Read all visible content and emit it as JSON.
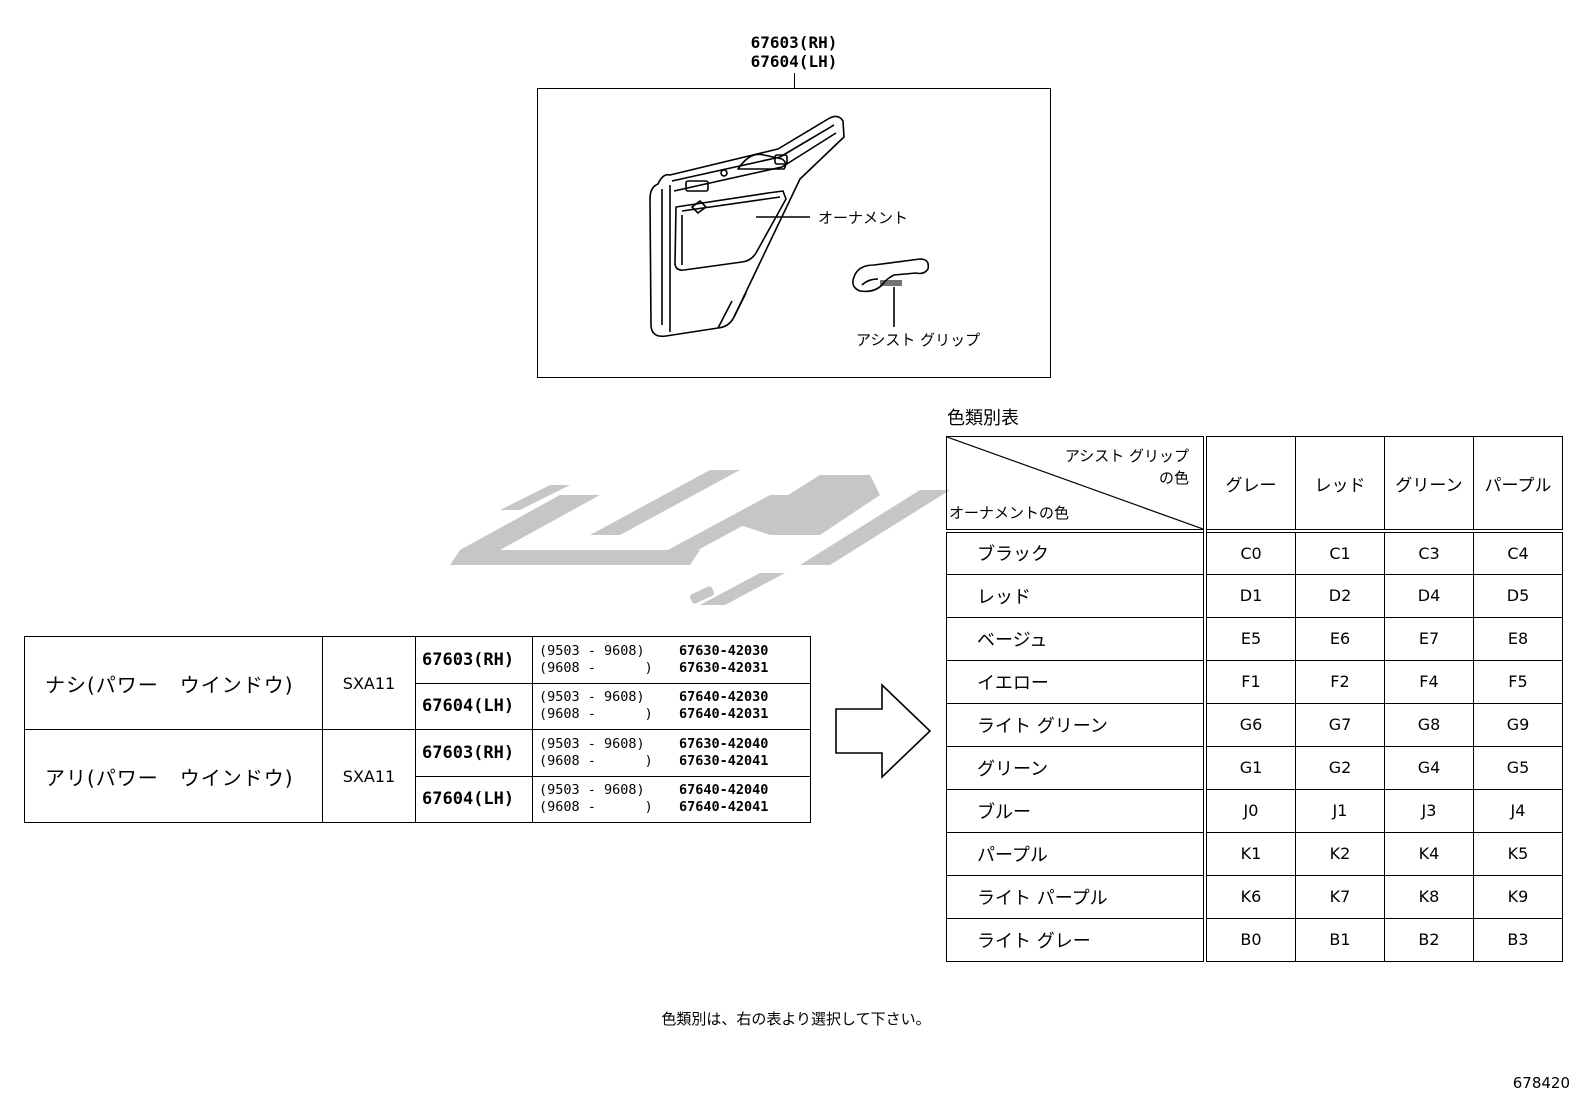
{
  "header": {
    "part_rh": "67603(RH)",
    "part_lh": "67604(LH)"
  },
  "illustration": {
    "ornament_label": "オーナメント",
    "grip_label": "アシスト グリップ"
  },
  "application_table": {
    "rows": [
      {
        "model": "ナシ(パワー　ウインドウ)",
        "code": "SXA11",
        "sides": [
          {
            "part": "67603(RH)",
            "lines": [
              {
                "dates": "(9503 - 9608)",
                "pno": "67630-42030"
              },
              {
                "dates": "(9608 -      )",
                "pno": "67630-42031"
              }
            ]
          },
          {
            "part": "67604(LH)",
            "lines": [
              {
                "dates": "(9503 - 9608)",
                "pno": "67640-42030"
              },
              {
                "dates": "(9608 -      )",
                "pno": "67640-42031"
              }
            ]
          }
        ]
      },
      {
        "model": "アリ(パワー　ウインドウ)",
        "code": "SXA11",
        "sides": [
          {
            "part": "67603(RH)",
            "lines": [
              {
                "dates": "(9503 - 9608)",
                "pno": "67630-42040"
              },
              {
                "dates": "(9608 -      )",
                "pno": "67630-42041"
              }
            ]
          },
          {
            "part": "67604(LH)",
            "lines": [
              {
                "dates": "(9503 - 9608)",
                "pno": "67640-42040"
              },
              {
                "dates": "(9608 -      )",
                "pno": "67640-42041"
              }
            ]
          }
        ]
      }
    ]
  },
  "color_table": {
    "title": "色類別表",
    "corner_top_line1": "アシスト グリップ",
    "corner_top_line2": "の色",
    "corner_bottom": "オーナメントの色",
    "columns": [
      "グレー",
      "レッド",
      "グリーン",
      "パープル"
    ],
    "rows": [
      {
        "name": "ブラック",
        "codes": [
          "C0",
          "C1",
          "C3",
          "C4"
        ]
      },
      {
        "name": "レッド",
        "codes": [
          "D1",
          "D2",
          "D4",
          "D5"
        ]
      },
      {
        "name": "ベージュ",
        "codes": [
          "E5",
          "E6",
          "E7",
          "E8"
        ]
      },
      {
        "name": "イエロー",
        "codes": [
          "F1",
          "F2",
          "F4",
          "F5"
        ]
      },
      {
        "name": "ライト グリーン",
        "codes": [
          "G6",
          "G7",
          "G8",
          "G9"
        ]
      },
      {
        "name": "グリーン",
        "codes": [
          "G1",
          "G2",
          "G4",
          "G5"
        ]
      },
      {
        "name": "ブルー",
        "codes": [
          "J0",
          "J1",
          "J3",
          "J4"
        ]
      },
      {
        "name": "パープル",
        "codes": [
          "K1",
          "K2",
          "K4",
          "K5"
        ]
      },
      {
        "name": "ライト パープル",
        "codes": [
          "K6",
          "K7",
          "K8",
          "K9"
        ]
      },
      {
        "name": "ライト グレー",
        "codes": [
          "B0",
          "B1",
          "B2",
          "B3"
        ]
      }
    ]
  },
  "footer": {
    "note": "色類別は、右の表より選択して下さい。",
    "figure_number": "678420"
  },
  "watermark": {
    "color": "#c6c6c6"
  }
}
